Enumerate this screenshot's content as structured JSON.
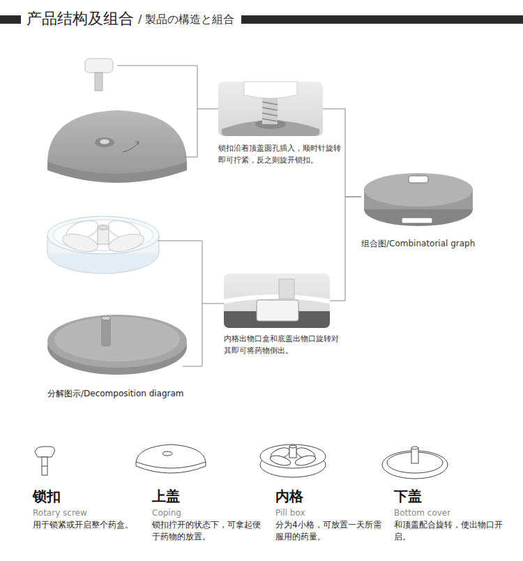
{
  "diagram": {
    "title": "产品结构及组合",
    "nodes": [
      {
        "text": [
          "锁扣沿着顶盖圆孔插入，顺时针旋转即可拧紧，反之则旋开锁扣。"
        ]
      },
      {
        "text": [
          "内格出物口盒和底盖出物口旋转对其即可将药物倒出。"
        ]
      },
      {
        "text": [
          "组合图/Combinatorial graph"
        ]
      }
    ],
    "edges": [
      {
        "from": 0,
        "to": 2,
        "arrow": "none"
      },
      {
        "from": 1,
        "to": 2,
        "arrow": "none"
      }
    ],
    "labels": [
      "/ 製品の構造と組合",
      "分解图示/Decomposition diagram",
      "锁扣",
      "Rotary screw",
      "用于锁紧或开启整个药盒。",
      "上盖",
      "Coping",
      "锁扣拧开的状态下，可拿起便于药物的放置。",
      "内格",
      "Pill box",
      "分为4小格，可放置一天所需服用的药量。",
      "下盖",
      "Bottom cover",
      "和顶盖配合旋转，使出物口开启。"
    ]
  }
}
